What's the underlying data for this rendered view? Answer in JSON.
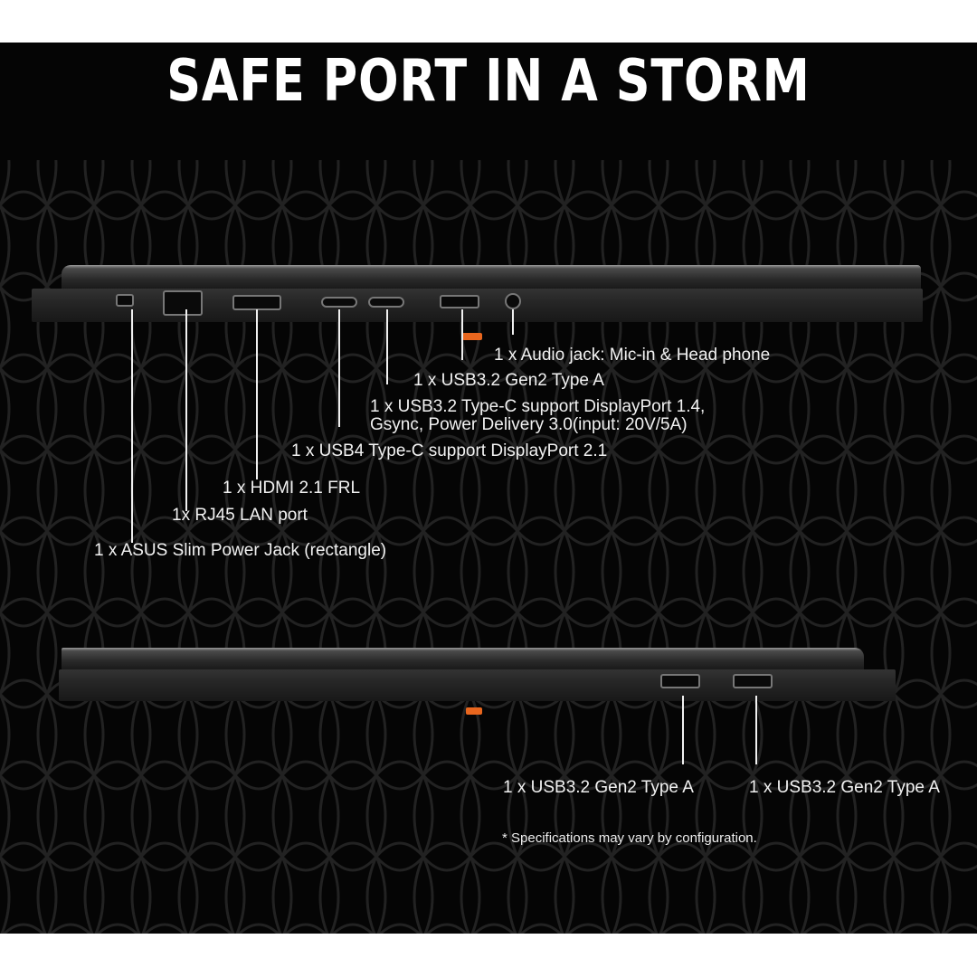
{
  "title": "SAFE PORT IN A STORM",
  "left_side": {
    "labels": [
      {
        "text": "1 x Audio jack: Mic-in & Head phone"
      },
      {
        "text": "1 x USB3.2 Gen2 Type A"
      },
      {
        "text": "1 x USB3.2 Type-C support DisplayPort 1.4,",
        "text2": "Gsync, Power Delivery 3.0(input: 20V/5A)"
      },
      {
        "text": "1 x USB4 Type-C support DisplayPort 2.1"
      },
      {
        "text": "1 x HDMI 2.1 FRL"
      },
      {
        "text": "1x  RJ45 LAN port"
      },
      {
        "text": "1 x ASUS Slim Power Jack (rectangle)"
      }
    ]
  },
  "right_side": {
    "labels": [
      {
        "text": "1 x USB3.2 Gen2 Type A"
      },
      {
        "text": "1 x USB3.2 Gen2 Type A"
      }
    ]
  },
  "footnote": "* Specifications may vary by configuration.",
  "colors": {
    "background": "#050505",
    "text": "#ffffff",
    "accent": "#e8661e"
  }
}
